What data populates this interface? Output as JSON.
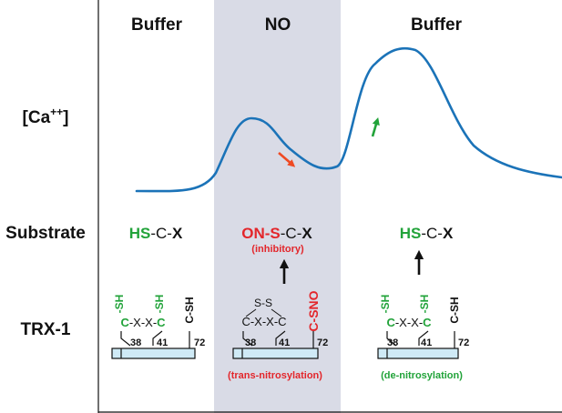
{
  "colors": {
    "no_panel": "#d9dbe6",
    "curve": "#1b73b8",
    "green": "#22a33a",
    "red": "#e3262b",
    "orange_arrow": "#ef4a23",
    "black": "#111111",
    "bar_fill": "#cfeaf6"
  },
  "columns": {
    "left": "Buffer",
    "middle": "NO",
    "right": "Buffer"
  },
  "rows": {
    "calcium_base": "[Ca",
    "calcium_sup": "++",
    "calcium_close": "]",
    "substrate": "Substrate",
    "trx": "TRX-1"
  },
  "substrate": {
    "left": {
      "p1": "HS",
      "p2": "-C-",
      "p3": "X"
    },
    "middle": {
      "p1": "ON-S",
      "p2": "-C-",
      "p3": "X"
    },
    "middle_note": "(inhibitory)",
    "right": {
      "p1": "HS",
      "p2": "-C-",
      "p3": "X"
    }
  },
  "trx": {
    "left": {
      "sh1": "-SH",
      "sh2": "-SH",
      "sh3": "C-SH",
      "c1": "C",
      "mid": "-X-X-",
      "c2": "C",
      "pos1": "38",
      "pos2": "41",
      "pos3": "72"
    },
    "middle": {
      "ss": "S-S",
      "motif": "C-X-X-C",
      "sno": "C-SNO",
      "pos1": "38",
      "pos2": "41",
      "pos3": "72",
      "note": "(trans-nitrosylation)"
    },
    "right": {
      "sh1": "-SH",
      "sh2": "-SH",
      "sh3": "C-SH",
      "c1": "C",
      "mid": "-X-X-",
      "c2": "C",
      "pos1": "38",
      "pos2": "41",
      "pos3": "72",
      "note": "(de-nitrosylation)"
    }
  }
}
